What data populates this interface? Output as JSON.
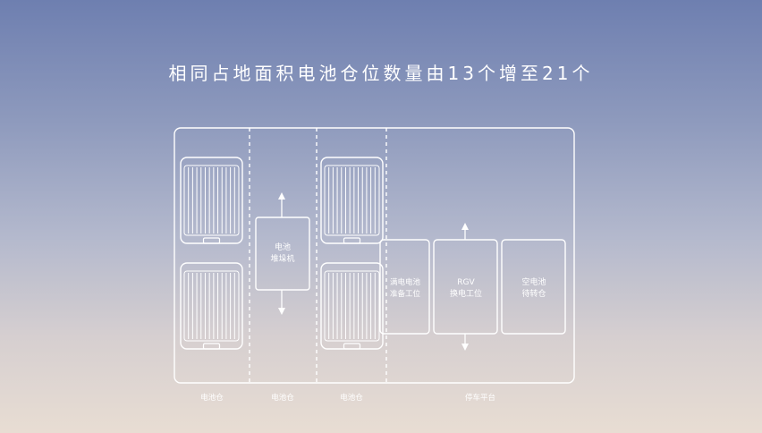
{
  "title": "相同占地面积电池仓位数量由13个增至21个",
  "zones": {
    "left": "电池仓",
    "stacker": "电池仓",
    "right": "电池仓",
    "platform": "停车平台"
  },
  "modules": {
    "stacker": {
      "line1": "电池",
      "line2": "堆垛机"
    },
    "full_battery": {
      "line1": "满电电池",
      "line2": "准备工位"
    },
    "rgv": {
      "line1": "RGV",
      "line2": "换电工位"
    },
    "empty_battery": {
      "line1": "空电池",
      "line2": "待转仓"
    }
  },
  "colors": {
    "line": "#ffffff"
  }
}
